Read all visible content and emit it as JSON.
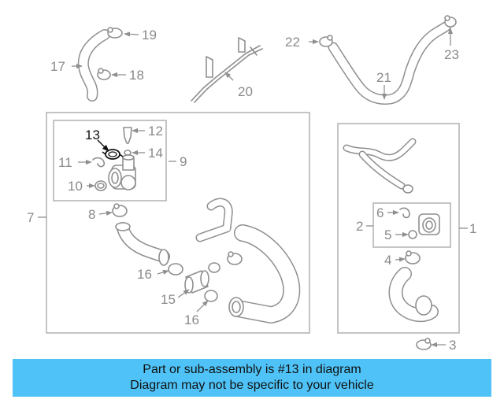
{
  "callouts": {
    "c1": "1",
    "c2": "2",
    "c3": "3",
    "c4": "4",
    "c5": "5",
    "c6": "6",
    "c7": "7",
    "c8": "8",
    "c9": "9",
    "c10": "10",
    "c11": "11",
    "c12": "12",
    "c13": "13",
    "c14": "14",
    "c15": "15",
    "c16a": "16",
    "c16b": "16",
    "c17": "17",
    "c18": "18",
    "c19": "19",
    "c20": "20",
    "c21": "21",
    "c22": "22",
    "c23": "23"
  },
  "highlight": {
    "part_number": "13",
    "color": "#111111"
  },
  "banner": {
    "line1": "Part or sub-assembly is #13 in diagram",
    "line2": "Diagram may not be specific to your vehicle",
    "background": "#4fc3f7"
  }
}
